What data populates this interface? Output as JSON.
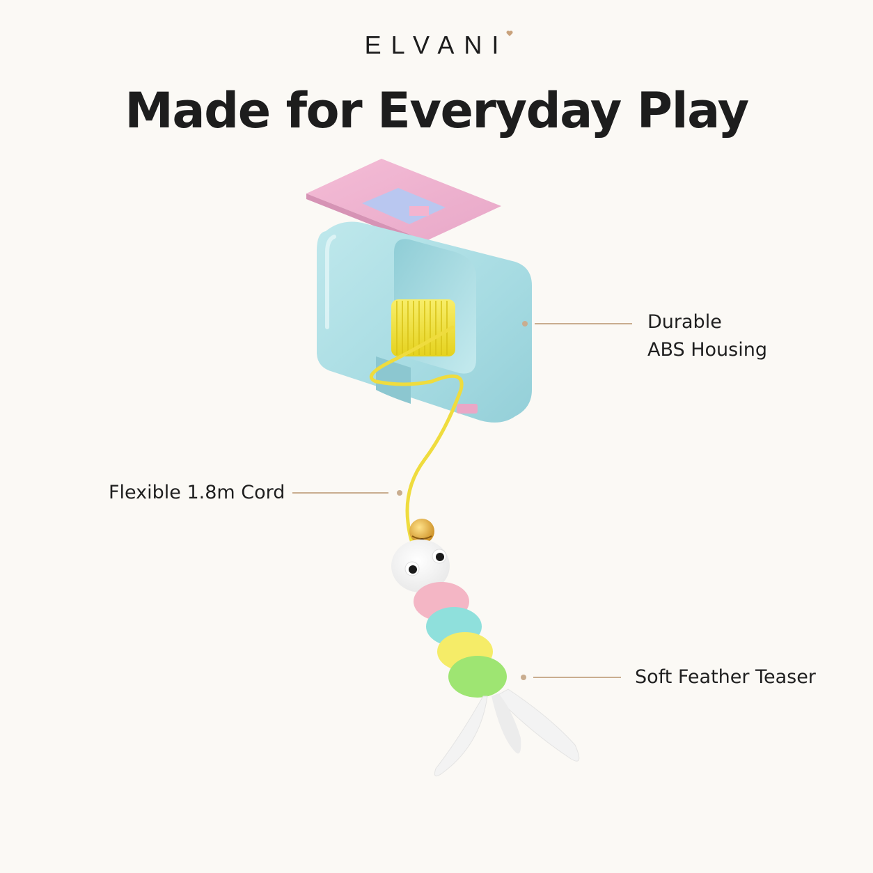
{
  "brand": {
    "name": "ELVANI",
    "accent_color": "#c9a27c"
  },
  "headline": "Made for Everyday Play",
  "callouts": [
    {
      "id": "housing",
      "line1": "Durable",
      "line2": "ABS Housing"
    },
    {
      "id": "cord",
      "line1": "Flexible 1.8m Cord"
    },
    {
      "id": "teaser",
      "line1": "Soft Feather Teaser"
    }
  ],
  "colors": {
    "background": "#fbf9f5",
    "leader_line": "#c9ad8f",
    "housing": "#a9dde3",
    "mount_plate": "#efb3cf",
    "spring": "#f2e33a",
    "cord": "#f0df4a"
  }
}
